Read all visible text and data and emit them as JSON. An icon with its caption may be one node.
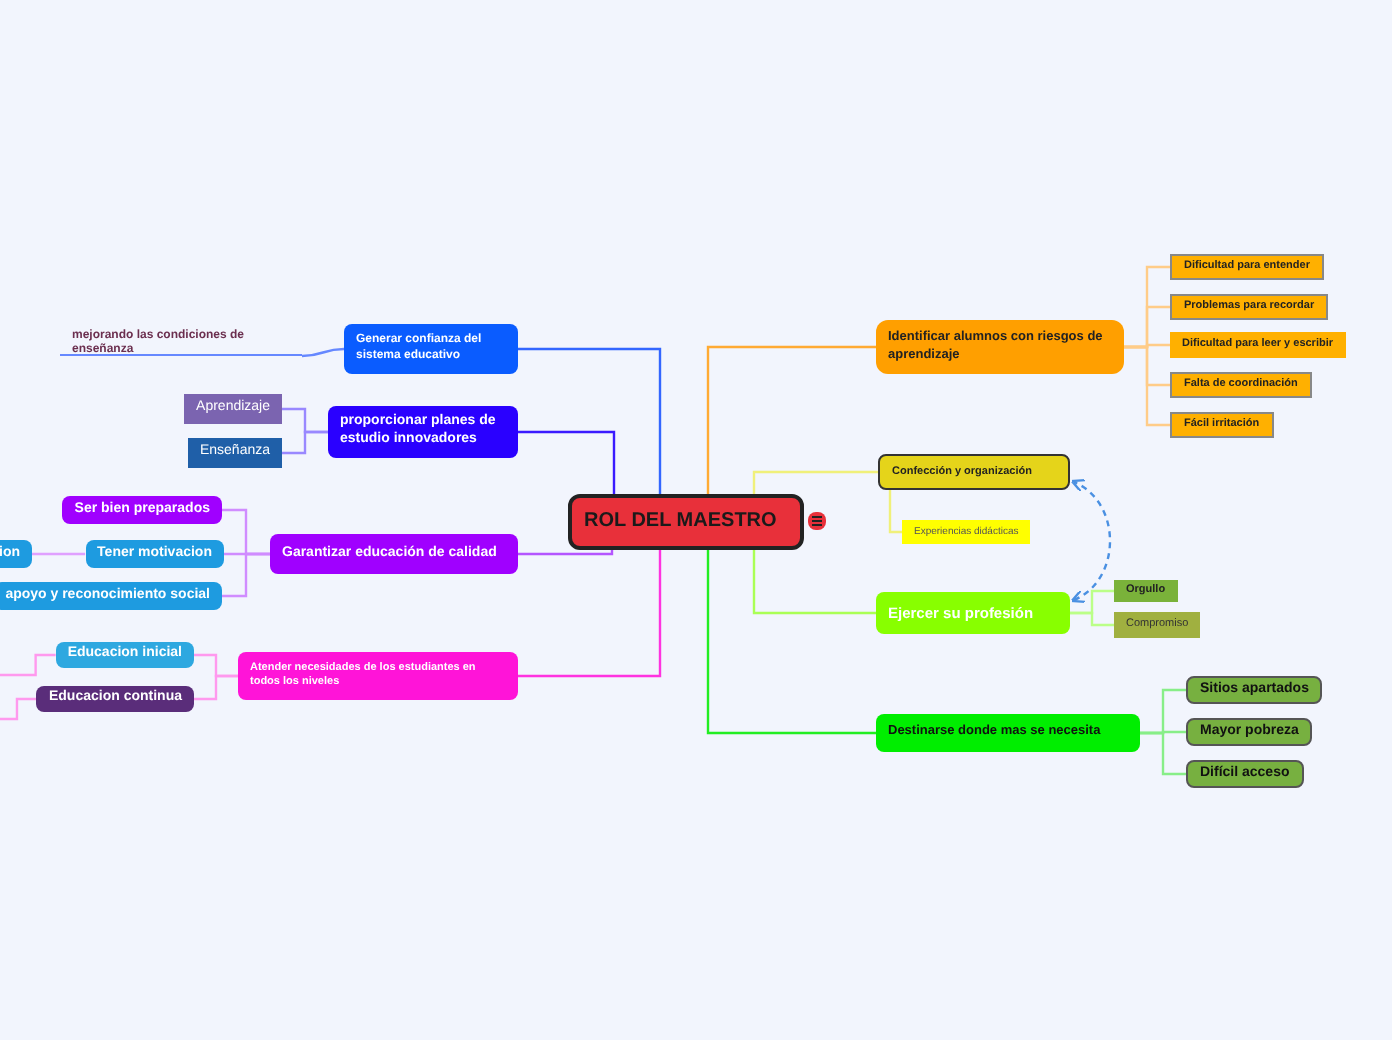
{
  "diagram": {
    "nodes": [
      {
        "text": [
          "ROL DEL MAESTRO"
        ]
      },
      {
        "text": [
          "Generar confianza del sistema educativo"
        ]
      },
      {
        "text": [
          "mejorando las condiciones de enseñanza"
        ]
      },
      {
        "text": [
          "proporcionar planes de estudio innovadores"
        ]
      },
      {
        "text": [
          "Aprendizaje"
        ]
      },
      {
        "text": [
          "Enseñanza"
        ]
      },
      {
        "text": [
          "Garantizar educación de calidad"
        ]
      },
      {
        "text": [
          "Ser bien preparados"
        ]
      },
      {
        "text": [
          "Tener motivacion"
        ]
      },
      {
        "text": [
          "ion"
        ]
      },
      {
        "text": [
          "apoyo y reconocimiento social"
        ]
      },
      {
        "text": [
          "Atender necesidades de los estudiantes en todos los niveles"
        ]
      },
      {
        "text": [
          "Educacion inicial"
        ]
      },
      {
        "text": [
          "Educacion continua"
        ]
      },
      {
        "text": [
          "Identificar alumnos con riesgos de aprendizaje"
        ]
      },
      {
        "text": [
          "Dificultad para entender"
        ]
      },
      {
        "text": [
          "Problemas para recordar"
        ]
      },
      {
        "text": [
          "Dificultad para leer y escribir"
        ]
      },
      {
        "text": [
          "Falta de coordinación"
        ]
      },
      {
        "text": [
          "Fácil irritación"
        ]
      },
      {
        "text": [
          "Confección y organización"
        ]
      },
      {
        "text": [
          "Experiencias didácticas"
        ]
      },
      {
        "text": [
          "Ejercer su profesión"
        ]
      },
      {
        "text": [
          "Orgullo"
        ]
      },
      {
        "text": [
          "Compromiso"
        ]
      },
      {
        "text": [
          "Destinarse donde mas se necesita"
        ]
      },
      {
        "text": [
          "Sitios apartados"
        ]
      },
      {
        "text": [
          "Mayor pobreza"
        ]
      },
      {
        "text": [
          "Difícil acceso"
        ]
      }
    ],
    "edges": [
      {
        "from": 0,
        "to": 1,
        "arrow": "none",
        "color": "#3366ff"
      },
      {
        "from": 1,
        "to": 2,
        "arrow": "none",
        "color": "#6688ff"
      },
      {
        "from": 0,
        "to": 3,
        "arrow": "none",
        "color": "#3a1aff"
      },
      {
        "from": 3,
        "to": 4,
        "arrow": "none",
        "color": "#9988ff"
      },
      {
        "from": 3,
        "to": 5,
        "arrow": "none",
        "color": "#9988ff"
      },
      {
        "from": 0,
        "to": 6,
        "arrow": "none",
        "color": "#b455ff"
      },
      {
        "from": 6,
        "to": 7,
        "arrow": "none",
        "color": "#d08cff"
      },
      {
        "from": 6,
        "to": 8,
        "arrow": "none",
        "color": "#d08cff"
      },
      {
        "from": 6,
        "to": 10,
        "arrow": "none",
        "color": "#d08cff"
      },
      {
        "from": 8,
        "to": 9,
        "arrow": "none",
        "color": "#e0a0ff"
      },
      {
        "from": 0,
        "to": 11,
        "arrow": "none",
        "color": "#ff33e0"
      },
      {
        "from": 11,
        "to": 12,
        "arrow": "none",
        "color": "#ff99ee"
      },
      {
        "from": 11,
        "to": 13,
        "arrow": "none",
        "color": "#ff99ee"
      },
      {
        "from": 12,
        "to": null,
        "arrow": "none",
        "color": "#ff99ee"
      },
      {
        "from": 13,
        "to": null,
        "arrow": "none",
        "color": "#ff99ee"
      },
      {
        "from": 0,
        "to": 14,
        "arrow": "none",
        "color": "#ffaa33"
      },
      {
        "from": 14,
        "to": 15,
        "arrow": "none",
        "color": "#ffcc88"
      },
      {
        "from": 14,
        "to": 16,
        "arrow": "none",
        "color": "#ffcc88"
      },
      {
        "from": 14,
        "to": 17,
        "arrow": "none",
        "color": "#ffcc88"
      },
      {
        "from": 14,
        "to": 18,
        "arrow": "none",
        "color": "#ffcc88"
      },
      {
        "from": 14,
        "to": 19,
        "arrow": "none",
        "color": "#ffcc88"
      },
      {
        "from": 0,
        "to": 20,
        "arrow": "none",
        "color": "#f0f07a"
      },
      {
        "from": 20,
        "to": 21,
        "arrow": "none",
        "color": "#f0f07a"
      },
      {
        "from": 0,
        "to": 22,
        "arrow": "none",
        "color": "#aaff55"
      },
      {
        "from": 22,
        "to": 23,
        "arrow": "none",
        "color": "#bbff88"
      },
      {
        "from": 22,
        "to": 24,
        "arrow": "none",
        "color": "#bbff88"
      },
      {
        "from": 22,
        "to": 20,
        "arrow": "both",
        "style": "dashed",
        "color": "#4a90e2"
      },
      {
        "from": 0,
        "to": 25,
        "arrow": "none",
        "color": "#22ee22"
      },
      {
        "from": 25,
        "to": 26,
        "arrow": "none",
        "color": "#88ee88"
      },
      {
        "from": 25,
        "to": 27,
        "arrow": "none",
        "color": "#88ee88"
      },
      {
        "from": 25,
        "to": 28,
        "arrow": "none",
        "color": "#88ee88"
      }
    ]
  }
}
